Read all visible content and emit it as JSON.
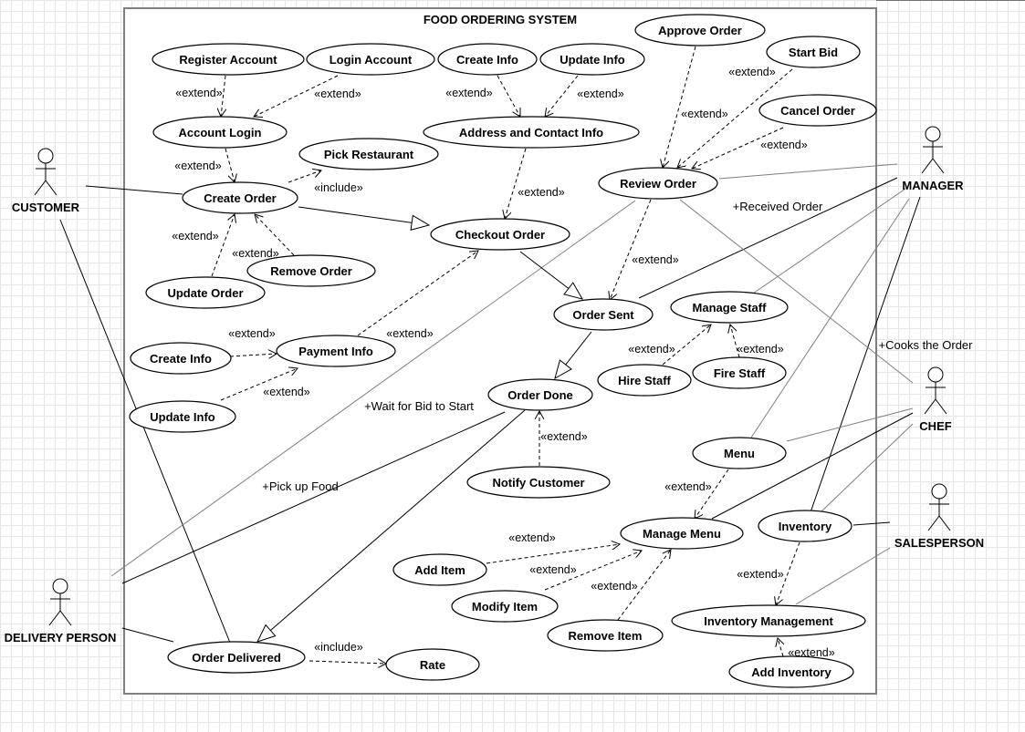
{
  "diagram": {
    "title": "FOOD ORDERING SYSTEM",
    "actors": {
      "customer": "CUSTOMER",
      "manager": "MANAGER",
      "chef": "CHEF",
      "salesperson": "SALESPERSON",
      "delivery": "DELIVERY PERSON"
    },
    "use_cases": {
      "register_account": "Register Account",
      "login_account": "Login Account",
      "create_info_address": "Create Info",
      "update_info_address": "Update Info",
      "approve_order": "Approve Order",
      "start_bid": "Start Bid",
      "cancel_order": "Cancel Order",
      "account_login": "Account Login",
      "pick_restaurant": "Pick Restaurant",
      "address_contact_info": "Address and Contact Info",
      "review_order": "Review Order",
      "create_order": "Create Order",
      "checkout_order": "Checkout Order",
      "remove_order": "Remove Order",
      "update_order": "Update Order",
      "order_sent": "Order Sent",
      "manage_staff": "Manage Staff",
      "create_info_payment": "Create Info",
      "payment_info": "Payment Info",
      "hire_staff": "Hire Staff",
      "fire_staff": "Fire Staff",
      "update_info_payment": "Update Info",
      "order_done": "Order Done",
      "menu": "Menu",
      "notify_customer": "Notify Customer",
      "manage_menu": "Manage Menu",
      "inventory": "Inventory",
      "add_item": "Add Item",
      "modify_item": "Modify Item",
      "remove_item": "Remove Item",
      "inventory_management": "Inventory Management",
      "order_delivered": "Order Delivered",
      "rate": "Rate",
      "add_inventory": "Add Inventory"
    },
    "stereotypes": {
      "extend": "«extend»",
      "include": "«include»"
    },
    "roles": {
      "received_order": "+Received Order",
      "cooks_the_order": "+Cooks the Order",
      "wait_for_bid": "+Wait for Bid to Start",
      "pick_up_food": "+Pick up Food"
    }
  }
}
